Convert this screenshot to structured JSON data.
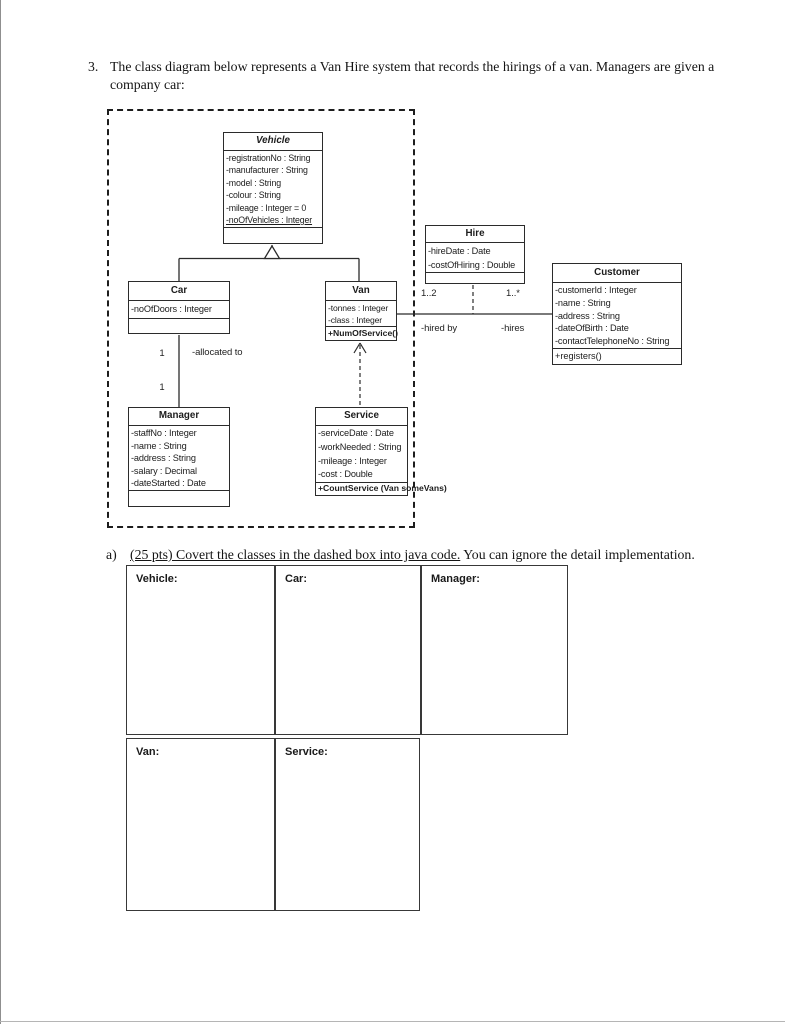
{
  "question": {
    "number": "3.",
    "line1": "The class diagram below represents a Van Hire system that records the hirings of a van. Managers are given a",
    "line2": "company car:"
  },
  "part_a": {
    "label": "a)",
    "underlined_text": "(25 pts) Covert the classes in the dashed box into java code.",
    "rest_text": " You can ignore the detail implementation."
  },
  "diagram": {
    "classes": {
      "vehicle": {
        "title": "Vehicle",
        "attributes": [
          "-registrationNo : String",
          "-manufacturer : String",
          "-model : String",
          "-colour : String",
          "-mileage : Integer = 0",
          "-noOfVehicles : Integer"
        ]
      },
      "hire": {
        "title": "Hire",
        "attributes": [
          "-hireDate : Date",
          "-costOfHiring : Double"
        ]
      },
      "customer": {
        "title": "Customer",
        "attributes": [
          "-customerId : Integer",
          "-name : String",
          "-address : String",
          "-dateOfBirth : Date",
          "-contactTelephoneNo : String"
        ],
        "operation": "+registers()"
      },
      "car": {
        "title": "Car",
        "attributes": [
          "-noOfDoors : Integer"
        ]
      },
      "van": {
        "title": "Van",
        "attributes": [
          "-tonnes : Integer",
          "-class : Integer"
        ],
        "operation": "+NumOfService()"
      },
      "manager": {
        "title": "Manager",
        "attributes": [
          "-staffNo : Integer",
          "-name : String",
          "-address : String",
          "-salary : Decimal",
          "-dateStarted : Date"
        ]
      },
      "service": {
        "title": "Service",
        "attributes": [
          "-serviceDate : Date",
          "-workNeeded : String",
          "-mileage : Integer",
          "-cost : Double"
        ],
        "operation": "+CountService (Van someVans)"
      }
    },
    "labels": {
      "car_mult": "1",
      "manager_mult": "1",
      "allocated_to": "-allocated to",
      "van_mult": "1..2",
      "customer_mult": "1..*",
      "hired_by": "-hired by",
      "hires": "-hires"
    }
  },
  "answers": {
    "row1": [
      "Vehicle:",
      "Car:",
      "Manager:"
    ],
    "row2": [
      "Van:",
      "Service:"
    ]
  }
}
